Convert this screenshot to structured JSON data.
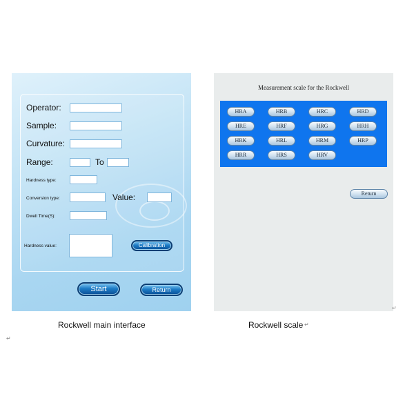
{
  "main": {
    "operator_label": "Operator:",
    "sample_label": "Sample:",
    "curvature_label": "Curvature:",
    "range_label": "Range:",
    "range_to_label": "To",
    "hardness_type_label": "Hardness type:",
    "conversion_type_label": "Conversion type:",
    "value_label": "Value:",
    "dwell_time_label": "Dwell Time(S):",
    "hardness_value_label": "Hardness value:",
    "calibration_button": "Calibration",
    "start_button": "Start",
    "return_button": "Return"
  },
  "scale": {
    "title": "Measurement scale for the Rockwell",
    "buttons": [
      "HRA",
      "HRB",
      "HRC",
      "HRD",
      "HRE",
      "HRF",
      "HRG",
      "HRH",
      "HRK",
      "HRL",
      "HRM",
      "HRP",
      "HRR",
      "HRS",
      "HRV"
    ],
    "return_button": "Return"
  },
  "captions": {
    "left": "Rockwell main interface",
    "right": "Rockwell scale"
  },
  "colors": {
    "main_bg": "#a9d6f1",
    "scale_grid_bg": "#0f75ee",
    "scale_panel_bg": "#e9ecec"
  }
}
